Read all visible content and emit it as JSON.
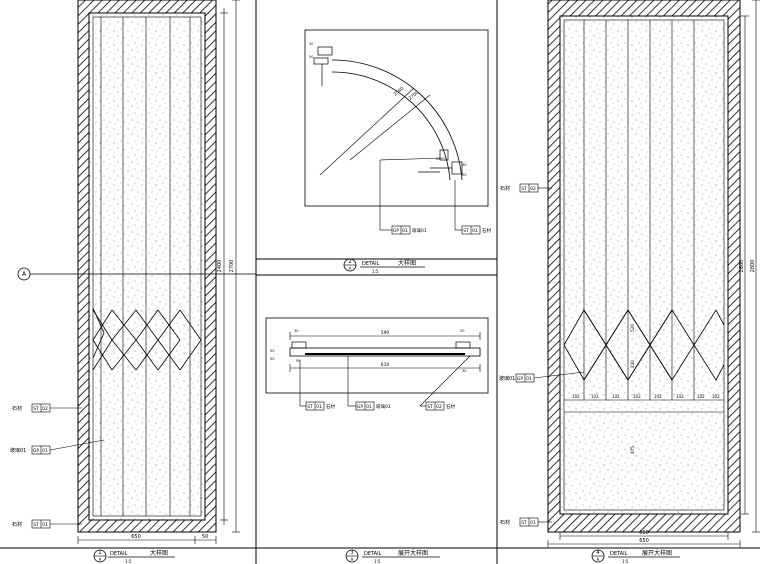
{
  "sheet": {
    "left_panel": {
      "section_marker": "A",
      "dim_height_1": "2400",
      "dim_height_2": "2700",
      "dim_width_1": "650",
      "dim_width_2": "50",
      "callouts": [
        {
          "code": "ST",
          "num": "02",
          "label": "石材"
        },
        {
          "code": "GP",
          "num": "01",
          "label": "玻璃01"
        },
        {
          "code": "ST",
          "num": "01",
          "label": "石材"
        }
      ],
      "title_num": "1",
      "title_ref": "A",
      "title_en": "DETAIL",
      "title_cn": "大样图",
      "title_scale": "1:5"
    },
    "top_detail": {
      "dim_radius_1": "2560",
      "dim_radius_2": "2700",
      "small_dims": [
        "30",
        "50",
        "20",
        "30",
        "50"
      ],
      "callout_left": {
        "code": "GP",
        "num": "01",
        "label": "玻璃01"
      },
      "callout_right": {
        "code": "ST",
        "num": "01",
        "label": "石材"
      },
      "title_num": "2",
      "title_ref": "A",
      "title_en": "DETAIL",
      "title_cn": "大样图",
      "title_scale": "1:5"
    },
    "mid_detail": {
      "dim_top": "590",
      "dim_bottom": "610",
      "dim_small": [
        "30",
        "30",
        "50",
        "50",
        "30",
        "50"
      ],
      "callouts": [
        {
          "code": "ST",
          "num": "01",
          "label": "石材"
        },
        {
          "code": "GP",
          "num": "01",
          "label": "玻璃01"
        },
        {
          "code": "ST",
          "num": "02",
          "label": "石材"
        }
      ],
      "title_num": "3",
      "title_ref": "A",
      "title_en": "DETAIL",
      "title_cn": "展开大样图",
      "title_scale": "1:5"
    },
    "right_panel": {
      "dim_height_1": "2600",
      "dim_height_2": "2800",
      "dim_width_1": "610",
      "dim_width_2": "650",
      "dim_mid_1": "520",
      "dim_mid_2": "230",
      "dim_low": "475",
      "segment_dims": [
        "102",
        "102",
        "102",
        "102",
        "102",
        "102",
        "102",
        "102"
      ],
      "callouts": [
        {
          "code": "ST",
          "num": "02",
          "label": "石材"
        },
        {
          "code": "GP",
          "num": "01",
          "label": "玻璃01"
        },
        {
          "code": "ST",
          "num": "01",
          "label": "石材"
        }
      ],
      "title_num": "4",
      "title_ref": "A",
      "title_en": "DETAIL",
      "title_cn": "展开大样图",
      "title_scale": "1:5"
    }
  }
}
